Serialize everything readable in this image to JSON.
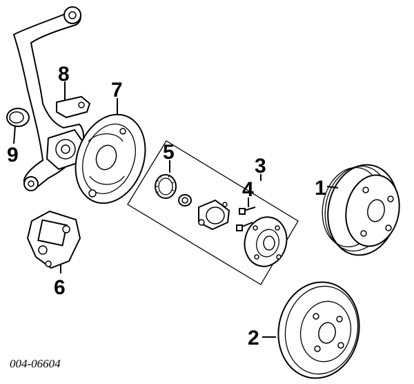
{
  "drawing_code": "004-06604",
  "callouts": [
    {
      "id": "1",
      "label": "1"
    },
    {
      "id": "2",
      "label": "2"
    },
    {
      "id": "3",
      "label": "3"
    },
    {
      "id": "4",
      "label": "4"
    },
    {
      "id": "5",
      "label": "5"
    },
    {
      "id": "6",
      "label": "6"
    },
    {
      "id": "7",
      "label": "7"
    },
    {
      "id": "8",
      "label": "8"
    },
    {
      "id": "9",
      "label": "9"
    }
  ]
}
